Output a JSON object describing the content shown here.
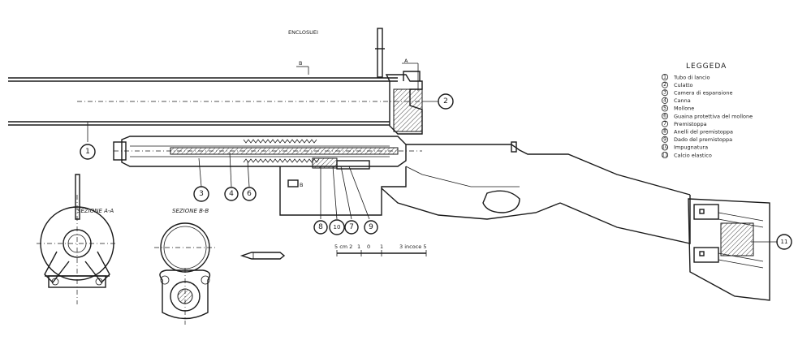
{
  "drawing": {
    "top_label": "ENCLOSUEI",
    "section_marks": {
      "a": "A",
      "b": "B"
    },
    "sections": {
      "a": "SEZIONE A-A",
      "b": "SEZIONE B-B"
    },
    "scale_bar": {
      "left": "5 cm 2",
      "ticks": [
        "1",
        "0",
        "1"
      ],
      "right": "3 incoce 5"
    }
  },
  "callouts": [
    "1",
    "2",
    "3",
    "4",
    "6",
    "7",
    "8",
    "9",
    "10",
    "11"
  ],
  "legend": {
    "title": "LEGGEDA",
    "items": [
      {
        "num": "1",
        "text": "Tubo di lancio"
      },
      {
        "num": "2",
        "text": "Culatto"
      },
      {
        "num": "3",
        "text": "Camera di espansione"
      },
      {
        "num": "4",
        "text": "Canna"
      },
      {
        "num": "5",
        "text": "Mollone"
      },
      {
        "num": "6",
        "text": "Guaina protettiva del mollone"
      },
      {
        "num": "7",
        "text": "Premistoppa"
      },
      {
        "num": "8",
        "text": "Anelli del premistoppa"
      },
      {
        "num": "9",
        "text": "Dado del premistoppa"
      },
      {
        "num": "10",
        "text": "Impugnatura"
      },
      {
        "num": "11",
        "text": "Calcio elastico"
      }
    ]
  }
}
